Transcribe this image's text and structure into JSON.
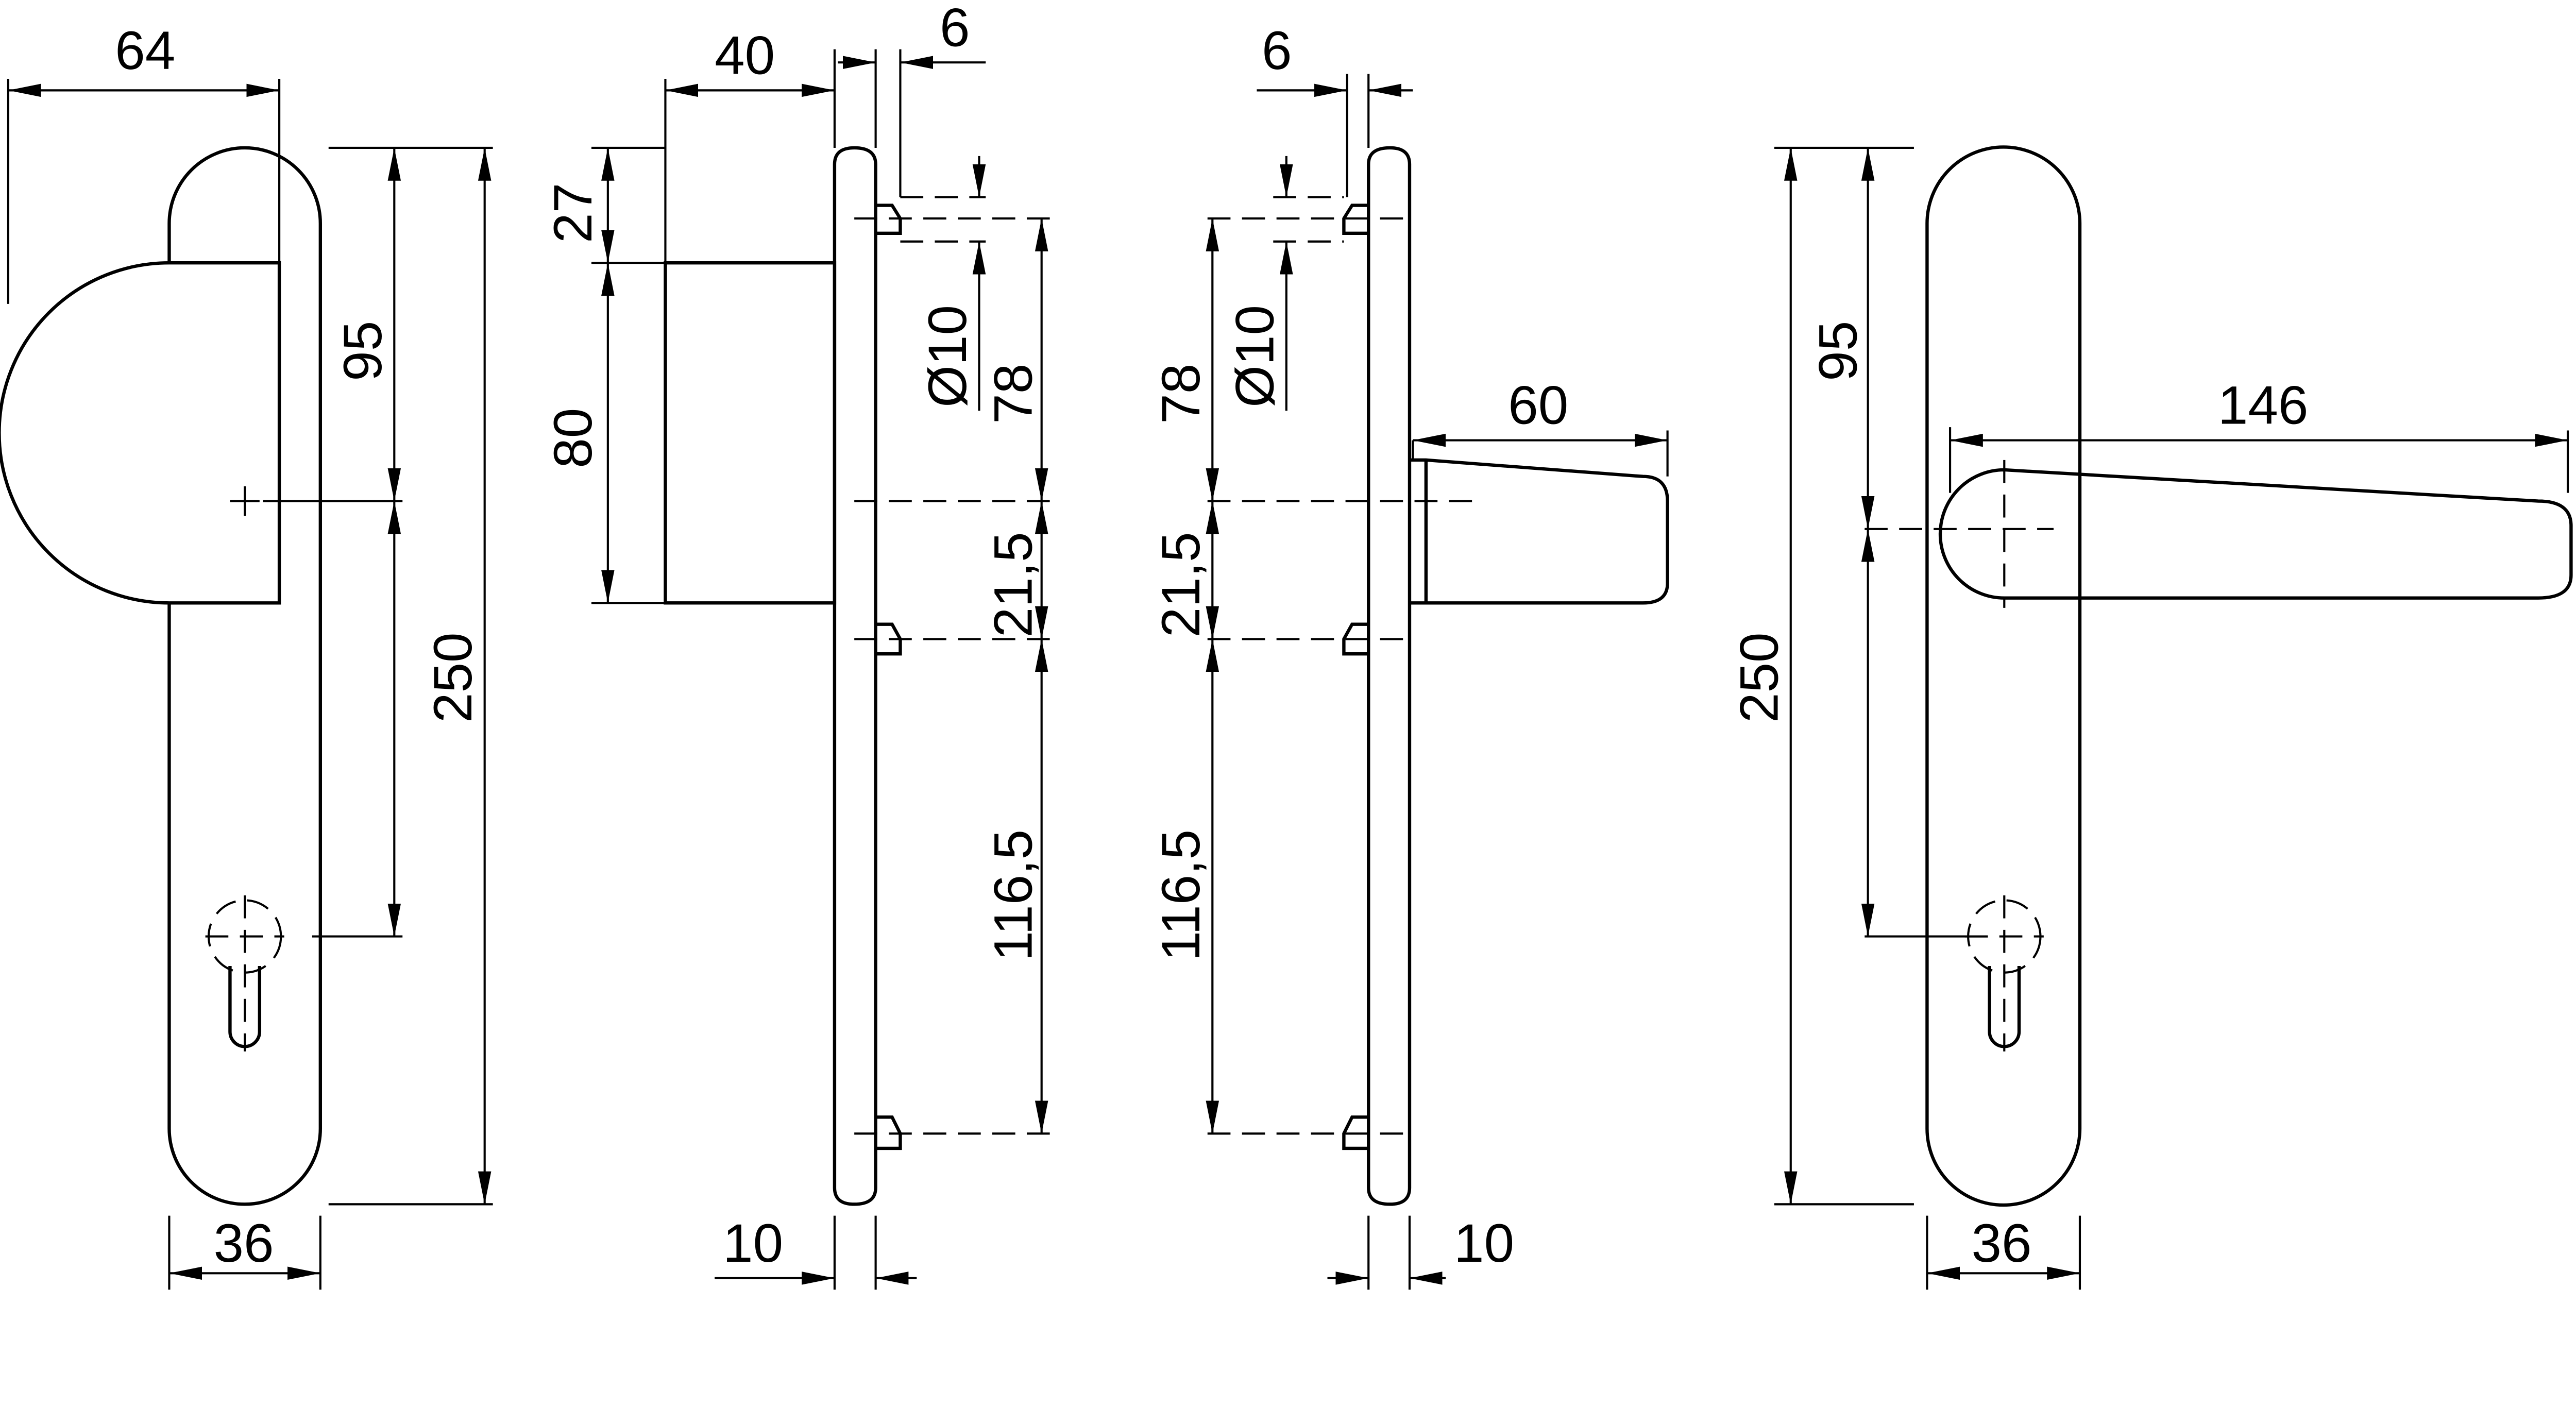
{
  "view_front_knob": {
    "width_64": "64",
    "height_95": "95",
    "height_250": "250",
    "width_36": "36"
  },
  "view_side_knob": {
    "knob_40": "40",
    "pin_6": "6",
    "offset_27": "27",
    "knob_80": "80",
    "pin_dia": "Ø10",
    "spacing_78": "78",
    "spacing_21_5": "21,5",
    "spacing_116_5": "116,5",
    "plate_10": "10"
  },
  "view_side_lever": {
    "pin_6": "6",
    "pin_dia": "Ø10",
    "spacing_78": "78",
    "spacing_21_5": "21,5",
    "spacing_116_5": "116,5",
    "lever_60": "60",
    "plate_10": "10"
  },
  "view_front_lever": {
    "height_95": "95",
    "lever_146": "146",
    "height_250": "250",
    "width_36": "36"
  }
}
